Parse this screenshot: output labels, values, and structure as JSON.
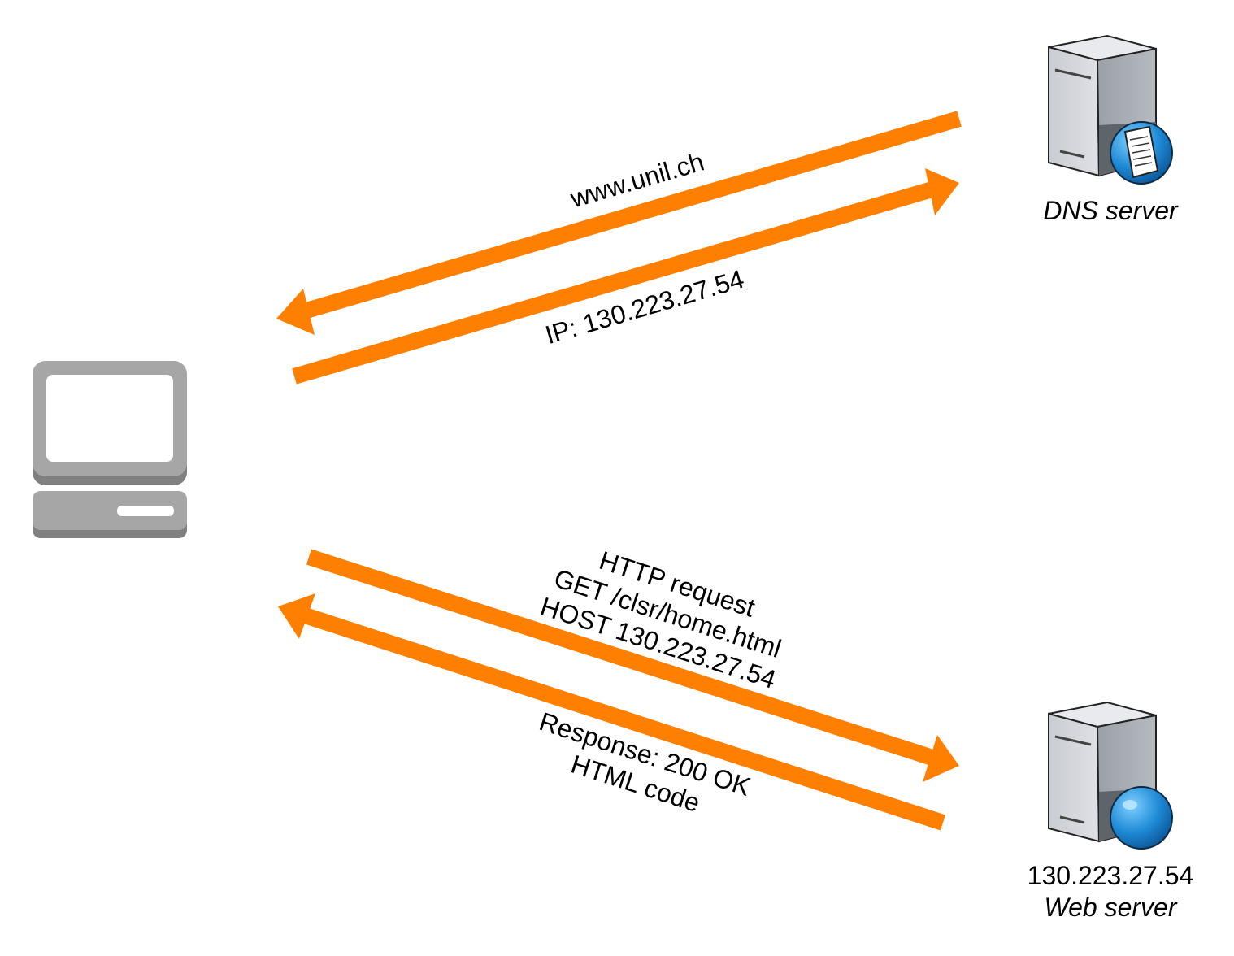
{
  "colors": {
    "arrow": "#ff8000",
    "computer": "#a6a6a6",
    "computer_shadow": "#7f7f7f",
    "globe": "#1e8ad6"
  },
  "nodes": {
    "client": {
      "icon": "desktop-computer-icon"
    },
    "dns": {
      "icon": "dns-server-icon",
      "label": "DNS server"
    },
    "web": {
      "icon": "web-server-icon",
      "ip": "130.223.27.54",
      "label": "Web server"
    }
  },
  "messages": {
    "dns_query": {
      "label": "www.unil.ch",
      "direction": "dns-to-client"
    },
    "dns_answer": {
      "label": "IP: 130.223.27.54",
      "direction": "client-to-dns"
    },
    "http_request": {
      "lines": [
        "HTTP request",
        "GET /clsr/home.html",
        "HOST 130.223.27.54"
      ],
      "direction": "client-to-web"
    },
    "http_response": {
      "lines": [
        "Response: 200 OK",
        "HTML code"
      ],
      "direction": "web-to-client"
    }
  }
}
